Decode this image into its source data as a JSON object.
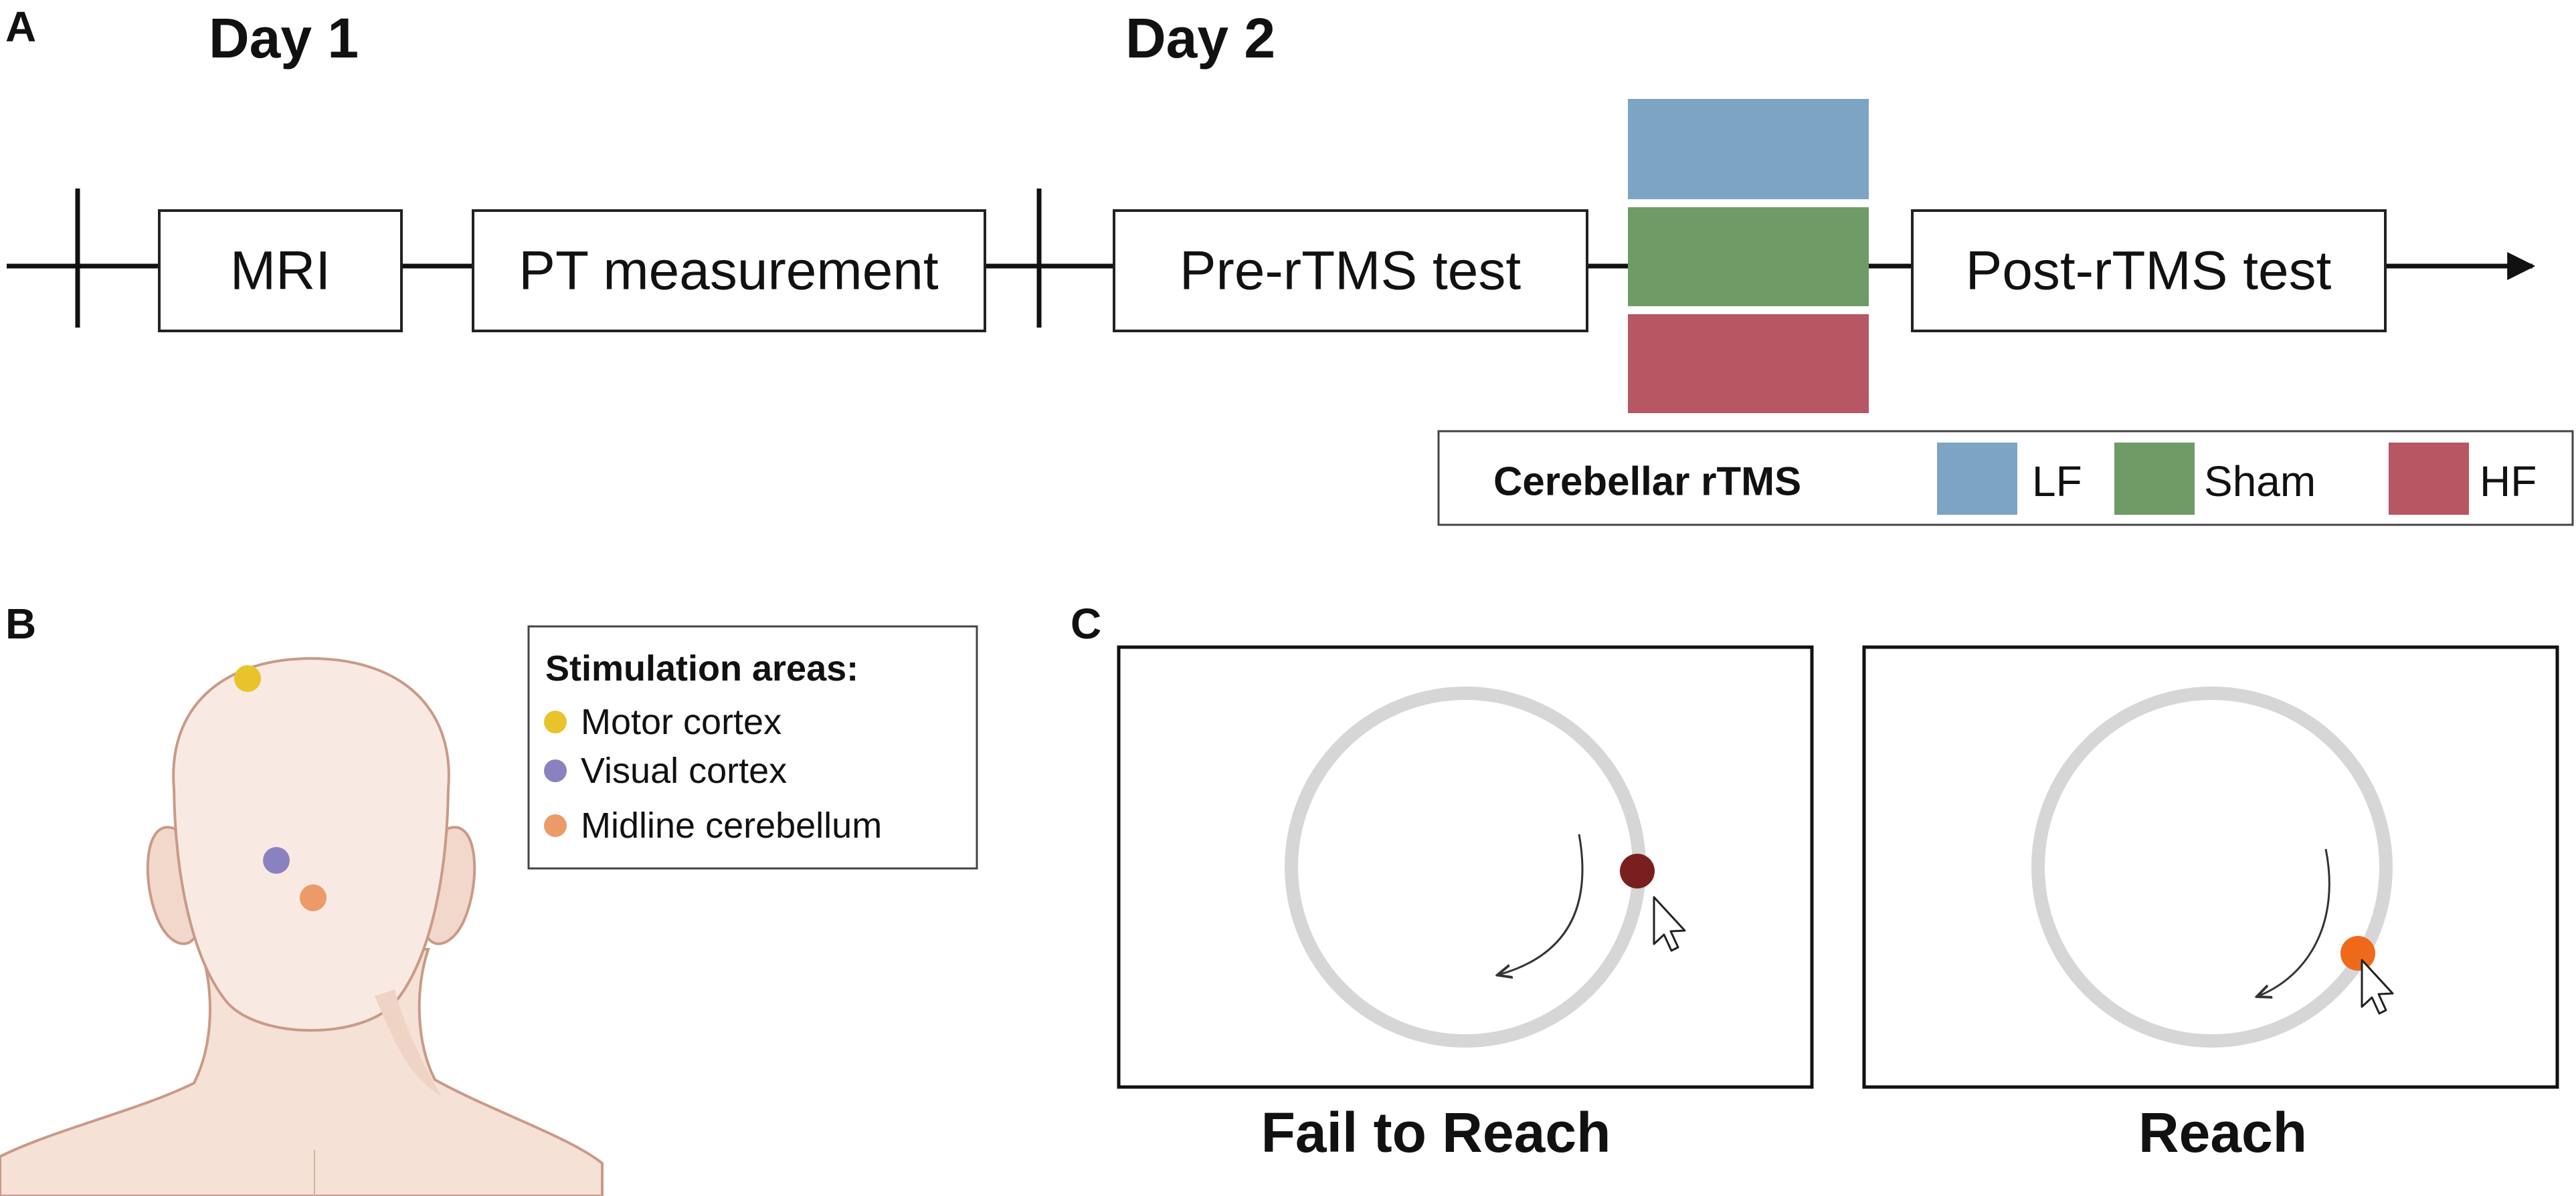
{
  "panels": {
    "a": "A",
    "b": "B",
    "c": "C"
  },
  "timeline": {
    "day1": "Day 1",
    "day2": "Day 2",
    "boxes": {
      "mri": "MRI",
      "pt": "PT measurement",
      "pre": "Pre-rTMS test",
      "post": "Post-rTMS test"
    }
  },
  "rtms_legend": {
    "title": "Cerebellar rTMS",
    "items": [
      {
        "label": "LF",
        "color": "#7ea4c3"
      },
      {
        "label": "Sham",
        "color": "#6f9b66"
      },
      {
        "label": "HF",
        "color": "#b75763"
      }
    ]
  },
  "stimulation": {
    "title": "Stimulation areas:",
    "items": [
      {
        "label": "Motor cortex",
        "color": "#e8c42a"
      },
      {
        "label": "Visual cortex",
        "color": "#8a82c0"
      },
      {
        "label": "Midline cerebellum",
        "color": "#ec9a67"
      }
    ]
  },
  "task": {
    "fail_caption": "Fail to Reach",
    "reach_caption": "Reach",
    "fail_target_color": "#7a1f1f",
    "reach_target_color": "#ee6a1a",
    "ring_color": "#d6d6d6"
  }
}
